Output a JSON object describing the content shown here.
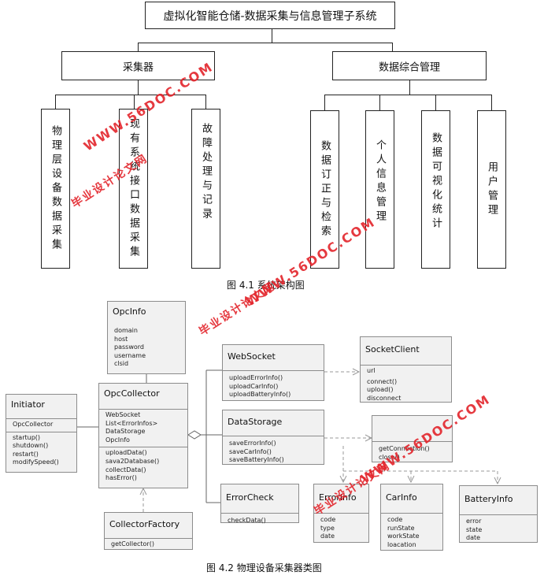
{
  "fig1": {
    "root": "虚拟化智能仓储-数据采集与信息管理子系统",
    "left_group": {
      "label": "采集器",
      "children": [
        "物理层设备数据采集",
        "现有系统接口数据采集",
        "故障处理与记录"
      ]
    },
    "right_group": {
      "label": "数据综合管理",
      "children": [
        "数据订正与检索",
        "个人信息管理",
        "数据可视化统计",
        "用户管理"
      ]
    },
    "caption": "图 4.1 系统架构图"
  },
  "fig2": {
    "classes": {
      "opcinfo": {
        "name": "OpcInfo",
        "attrs": [
          "domain",
          "host",
          "password",
          "username",
          "clsid"
        ]
      },
      "initiator": {
        "name": "Initiator",
        "attrs": [
          "OpcCollector"
        ],
        "methods": [
          "startup()",
          "shutdown()",
          "restart()",
          "modifySpeed()"
        ]
      },
      "opccollector": {
        "name": "OpcCollector",
        "attrs": [
          "WebSocket",
          "List<ErrorInfos>",
          "DataStorage",
          "OpcInfo"
        ],
        "methods": [
          "uploadData()",
          "sava2Database()",
          "collectData()",
          "hasError()"
        ]
      },
      "collectorfactory": {
        "name": "CollectorFactory",
        "methods": [
          "getCollector()"
        ]
      },
      "websocket": {
        "name": "WebSocket",
        "methods": [
          "uploadErrorInfo()",
          "uploadCarInfo()",
          "uploadBatteryInfo()"
        ]
      },
      "datastorage": {
        "name": "DataStorage",
        "methods": [
          "saveErrorInfo()",
          "saveCarInfo()",
          "saveBatteryInfo()"
        ]
      },
      "errorcheck": {
        "name": "ErrorCheck",
        "methods": [
          "checkData()"
        ]
      },
      "socketclient": {
        "name": "SocketClient",
        "attrs": [
          "url"
        ],
        "methods": [
          "connect()",
          "upload()",
          "disconnect"
        ]
      },
      "dbconn": {
        "name": "",
        "methods": [
          "getConnection()",
          "close()"
        ]
      },
      "errorinfo": {
        "name": "ErrorInfo",
        "attrs": [
          "code",
          "type",
          "date"
        ]
      },
      "carinfo": {
        "name": "CarInfo",
        "attrs": [
          "code",
          "runState",
          "workState",
          "loacation"
        ]
      },
      "batteryinfo": {
        "name": "BatteryInfo",
        "attrs": [
          "error",
          "state",
          "date"
        ]
      }
    },
    "caption": "图 4.2 物理设备采集器类图"
  },
  "watermarks": [
    {
      "site": "WWW.56DOC.COM",
      "name": "毕业设计论文网"
    },
    {
      "site": "WWW.56DOC.COM",
      "name": "毕业设计论文网"
    },
    {
      "site": "WWW.56DOC.COM",
      "name": "毕业设计论文网"
    }
  ],
  "colors": {
    "watermark": "#e3242b",
    "uml_fill": "#f1f1f1",
    "uml_border": "#8c8c8c",
    "line": "#222222"
  }
}
